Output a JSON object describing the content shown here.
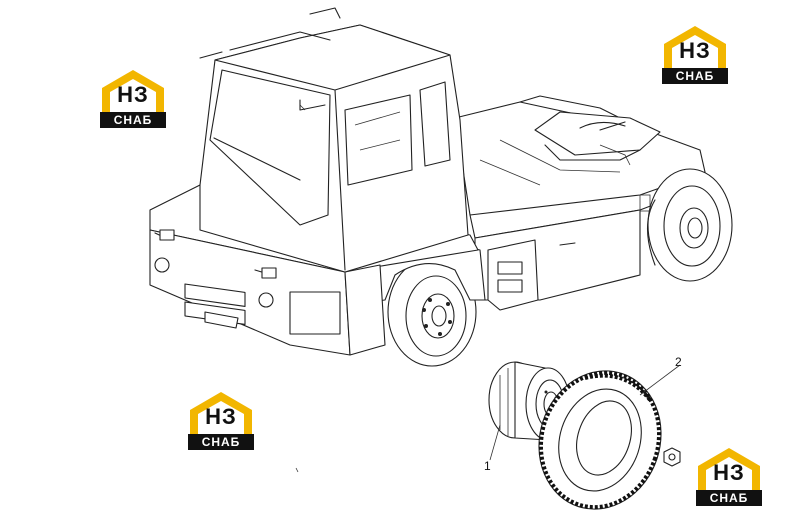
{
  "callouts": [
    {
      "id": "1",
      "label": "1"
    },
    {
      "id": "2",
      "label": "2"
    }
  ],
  "watermark": {
    "main_text": "НЗ",
    "sub_text": "СНАБ",
    "accent_color": "#f2b600",
    "dark_color": "#111111"
  },
  "colors": {
    "line": "#222222",
    "background": "#ffffff"
  }
}
